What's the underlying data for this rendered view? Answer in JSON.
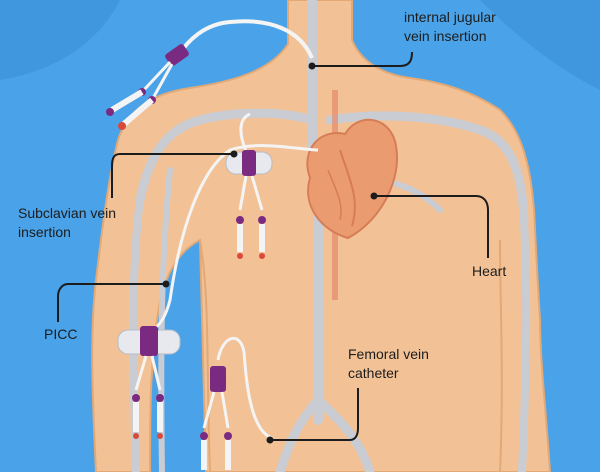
{
  "labels": {
    "ijv": [
      "internal jugular",
      "vein insertion"
    ],
    "subclavian": [
      "Subclavian vein",
      "insertion"
    ],
    "picc": "PICC",
    "heart": "Heart",
    "femoral": [
      "Femoral vein",
      "catheter"
    ]
  },
  "colors": {
    "background": "#4aa3e8",
    "background_dark": "#3a8fd6",
    "skin": "#f2c296",
    "skin_outline": "#e2a977",
    "vessel": "#c9ccd3",
    "vessel_outline": "#b7bbc4",
    "heart": "#eb9b70",
    "heart_outline": "#d77d55",
    "catheter": "#f4f4f4",
    "hub": "#7b2a82",
    "cap_red": "#d94a3a",
    "leader_line": "#1c1c1c"
  }
}
